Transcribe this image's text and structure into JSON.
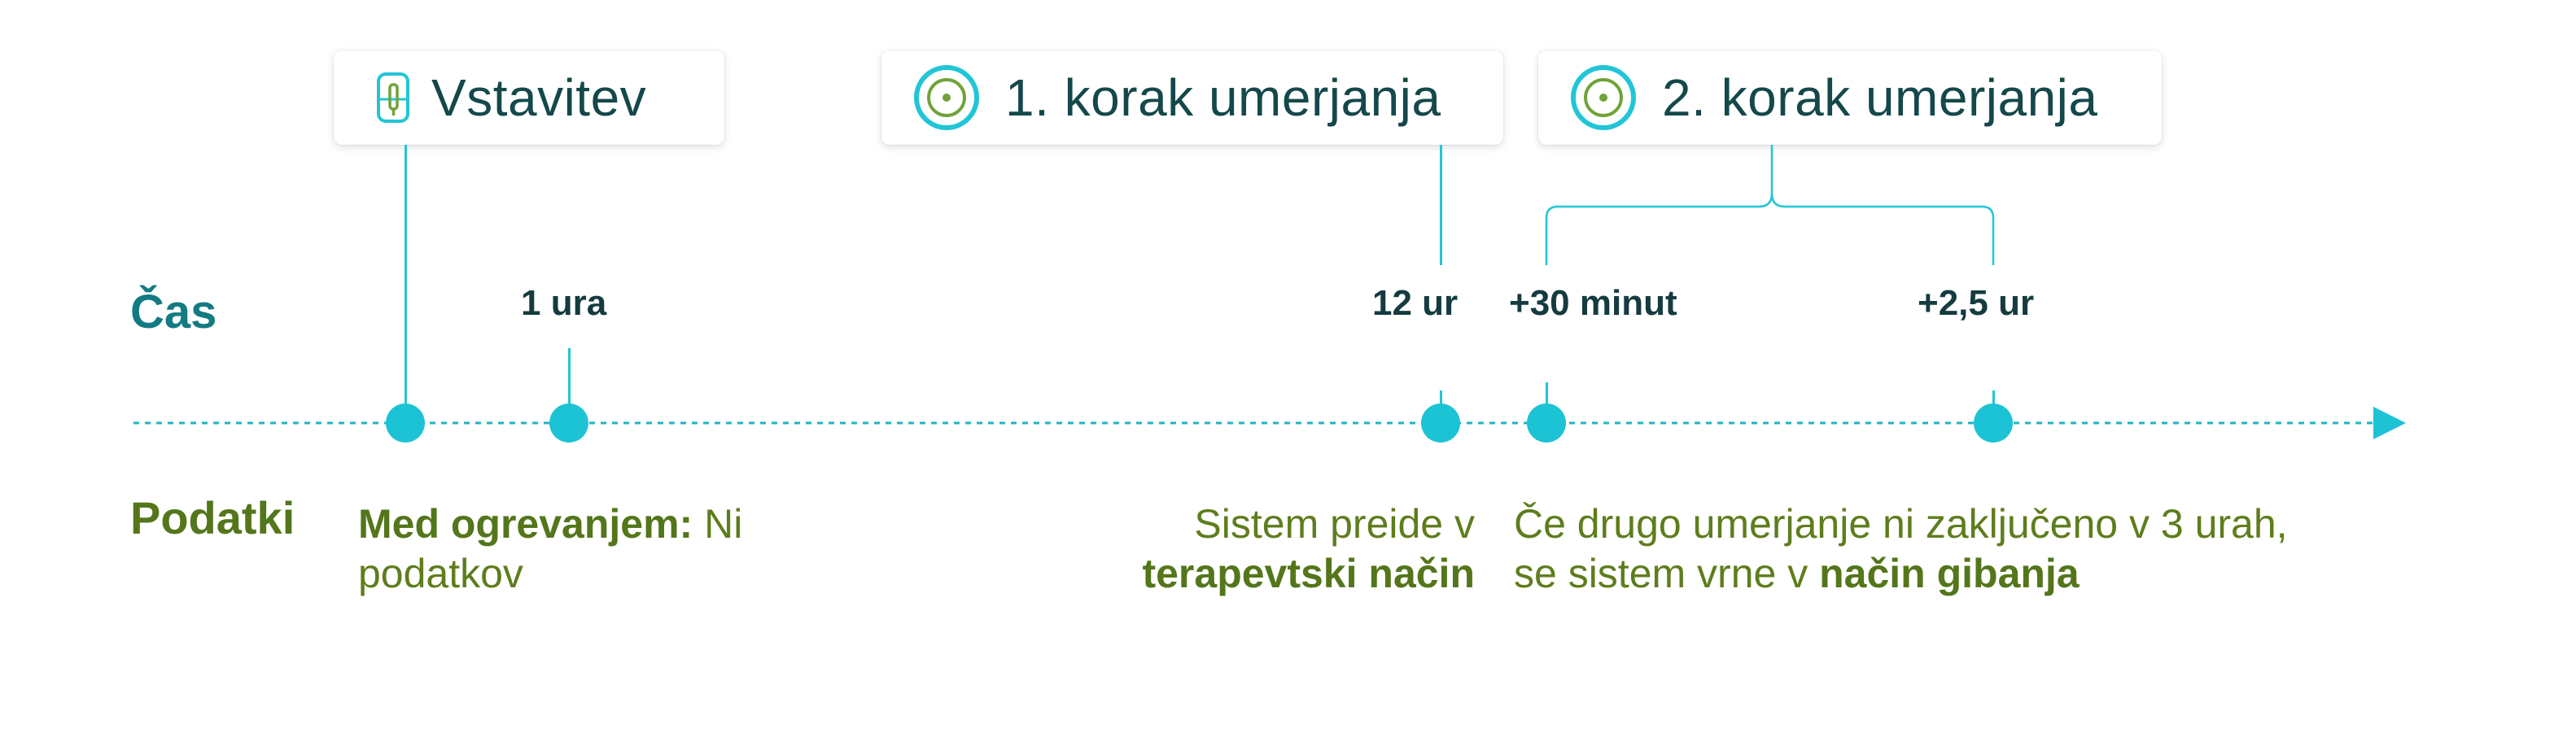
{
  "events": {
    "insertion": {
      "label": "Vstavitev",
      "icon": "sensor-icon"
    },
    "calibration1": {
      "label": "1. korak umerjanja",
      "icon": "calibration-target-icon"
    },
    "calibration2": {
      "label": "2. korak umerjanja",
      "icon": "calibration-target-icon"
    }
  },
  "rows": {
    "time": "Čas",
    "data": "Podatki"
  },
  "ticks": {
    "t1": "1 ura",
    "t2": "12 ur",
    "t3": "+30 minut",
    "t4": "+2,5 ur"
  },
  "descriptions": {
    "warmup_bold": "Med ogrevanjem:",
    "warmup_rest": " Ni",
    "warmup_line2": "podatkov",
    "therapy_line1": "Sistem preide v",
    "therapy_bold": "terapevtski način",
    "fail_line1": "Če drugo umerjanje ni zaključeno v 3 urah,",
    "fail_line2": "se sistem vrne v ",
    "fail_bold": "način gibanja"
  },
  "colors": {
    "accent_cyan": "#1cc3d5",
    "time_label": "#137a82",
    "data_label": "#54761b",
    "card_text": "#14484a"
  }
}
